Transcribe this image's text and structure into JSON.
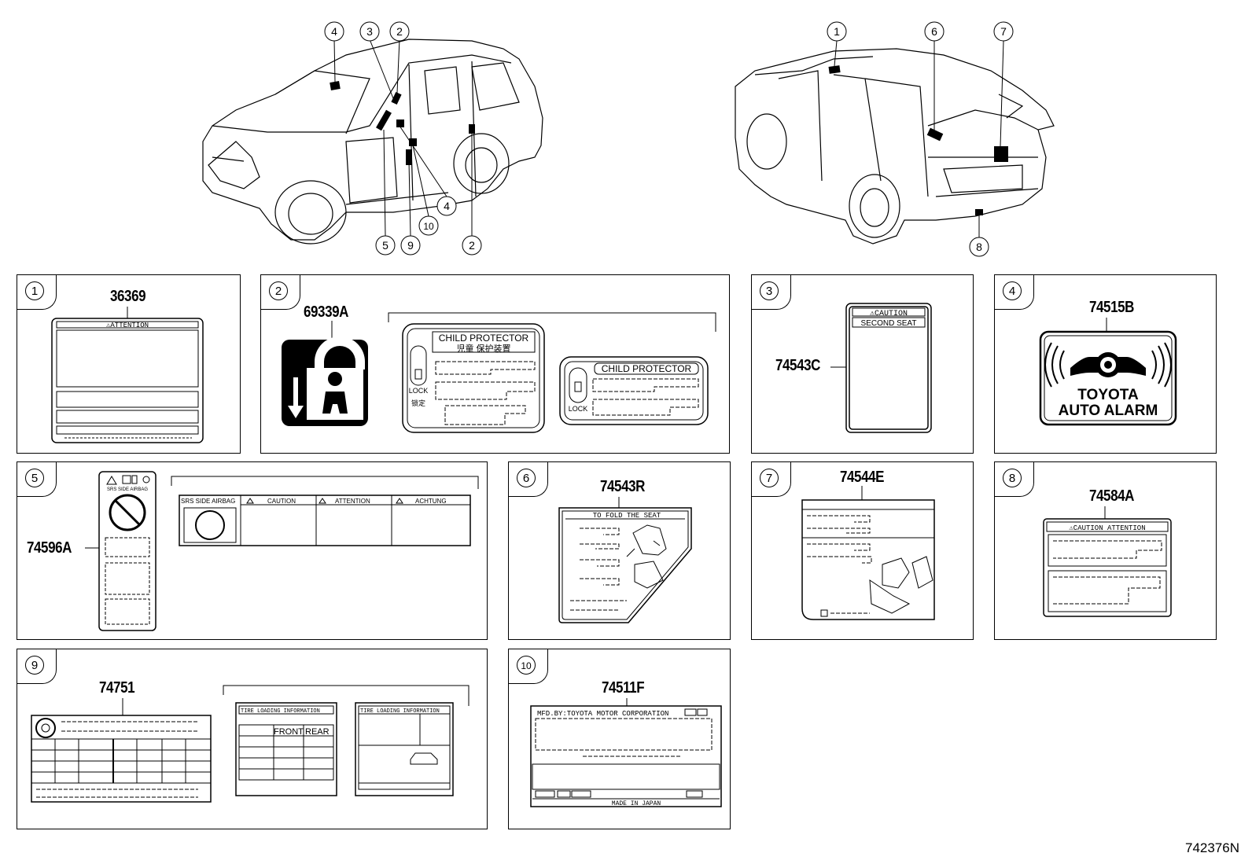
{
  "callouts": {
    "front_car": [
      "4",
      "3",
      "2",
      "4",
      "10",
      "5",
      "9",
      "2"
    ],
    "rear_car": [
      "1",
      "6",
      "7",
      "8"
    ]
  },
  "panels": [
    {
      "num": "1",
      "part": "36369",
      "label_text": "⚠ATTENTION"
    },
    {
      "num": "2",
      "part": "69339A",
      "label_text_1": "CHILD PROTECTOR",
      "label_text_1_jp": "児童 保护装置",
      "lock_1": "LOCK",
      "lock_1_jp": "锁定",
      "label_text_2": "CHILD PROTECTOR",
      "lock_2": "LOCK"
    },
    {
      "num": "3",
      "part": "74543C",
      "label_text_1": "⚠CAUTION",
      "label_text_2": "SECOND SEAT"
    },
    {
      "num": "4",
      "part": "74515B",
      "label_text_1": "TOYOTA",
      "label_text_2": "AUTO ALARM"
    },
    {
      "num": "5",
      "part": "74596A",
      "label_text_1": "SRS SIDE AIRBAG",
      "label_text_2": "SRS SIDE AIRBAG",
      "col_1": "CAUTION",
      "col_2": "ATTENTION",
      "col_3": "ACHTUNG"
    },
    {
      "num": "6",
      "part": "74543R",
      "label_text": "TO FOLD THE SEAT"
    },
    {
      "num": "7",
      "part": "74544E"
    },
    {
      "num": "8",
      "part": "74584A",
      "label_text": "⚠CAUTION ATTENTION"
    },
    {
      "num": "9",
      "part": "74751",
      "label_text_1": "TIRE LOADING INFORMATION",
      "label_text_2": "TIRE LOADING INFORMATION",
      "col_front": "FRONT",
      "col_rear": "REAR"
    },
    {
      "num": "10",
      "part": "74511F",
      "label_text_1": "MFD.BY:TOYOTA MOTOR CORPORATION",
      "label_text_2": "MADE IN JAPAN"
    }
  ],
  "diagram_code": "742376N"
}
